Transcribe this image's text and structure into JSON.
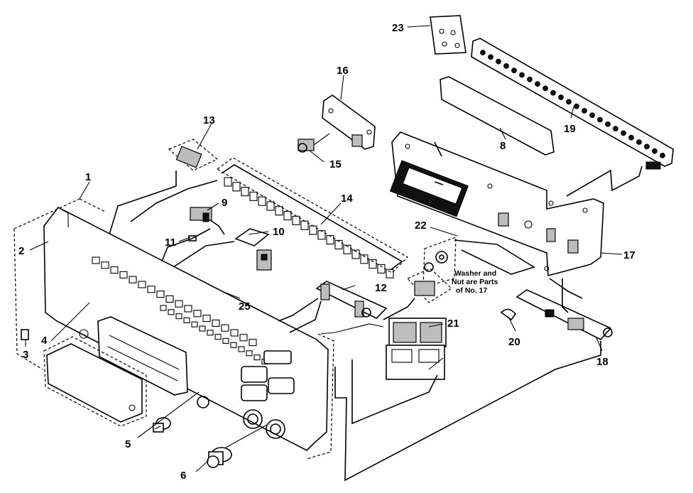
{
  "callouts": [
    {
      "id": "c1",
      "text": "1"
    },
    {
      "id": "c2",
      "text": "2"
    },
    {
      "id": "c3",
      "text": "3"
    },
    {
      "id": "c4",
      "text": "4"
    },
    {
      "id": "c5",
      "text": "5"
    },
    {
      "id": "c6",
      "text": "6"
    },
    {
      "id": "c8",
      "text": "8"
    },
    {
      "id": "c9",
      "text": "9"
    },
    {
      "id": "c10",
      "text": "10"
    },
    {
      "id": "c11",
      "text": "11"
    },
    {
      "id": "c12",
      "text": "12"
    },
    {
      "id": "c13",
      "text": "13"
    },
    {
      "id": "c14",
      "text": "14"
    },
    {
      "id": "c15",
      "text": "15"
    },
    {
      "id": "c16",
      "text": "16"
    },
    {
      "id": "c17",
      "text": "17"
    },
    {
      "id": "c18",
      "text": "18"
    },
    {
      "id": "c19",
      "text": "19"
    },
    {
      "id": "c20",
      "text": "20"
    },
    {
      "id": "c21",
      "text": "21"
    },
    {
      "id": "c22",
      "text": "22"
    },
    {
      "id": "c23",
      "text": "23"
    },
    {
      "id": "c25",
      "text": "25"
    }
  ],
  "note": {
    "line1": "Washer and",
    "line2": "Nut are Parts",
    "line3": "of No. 17"
  }
}
